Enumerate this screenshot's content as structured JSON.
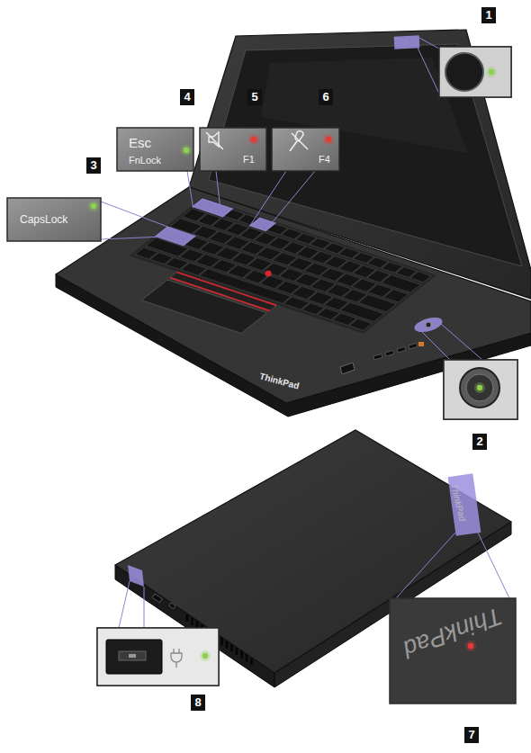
{
  "diagram": {
    "labels": [
      "1",
      "2",
      "3",
      "4",
      "5",
      "6",
      "7",
      "8",
      "Esc",
      "FnLock",
      "F1",
      "F4",
      "CapsLock",
      "ThinkPad",
      "ThinkPad",
      "ThinkPad"
    ]
  }
}
